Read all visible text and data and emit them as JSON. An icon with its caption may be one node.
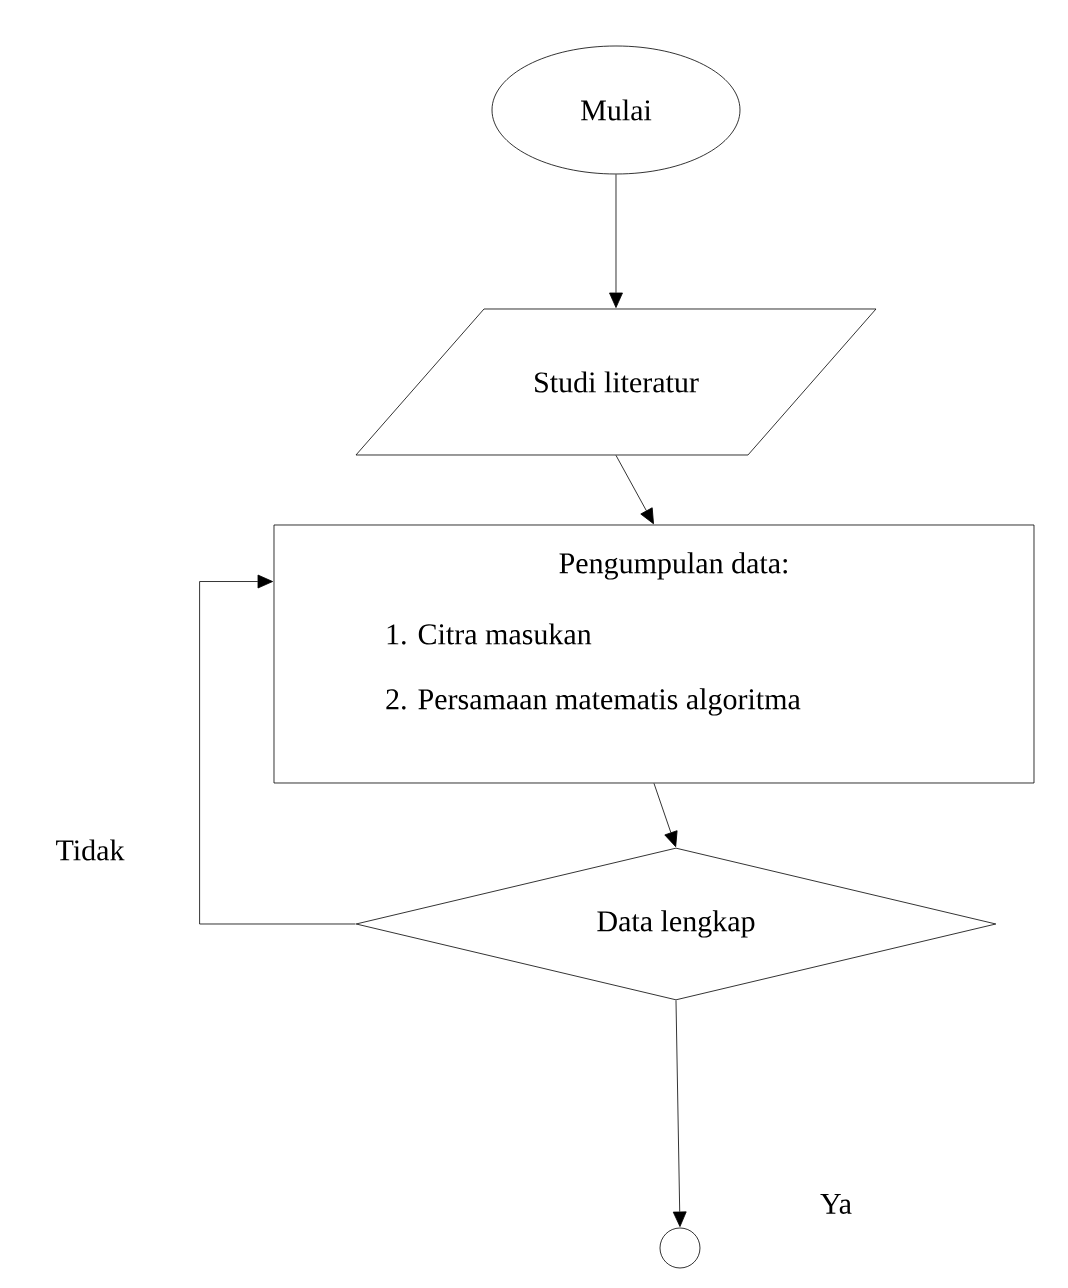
{
  "diagram": {
    "nodes": [
      {
        "text": [
          "Mulai"
        ]
      },
      {
        "text": [
          "Studi literatur"
        ]
      },
      {
        "text": [
          "Pengumpulan data:",
          "1. Citra masukan",
          "2. Persamaan matematis algoritma"
        ]
      },
      {
        "text": [
          "Data lengkap"
        ]
      },
      {
        "text": [],
        "shape": "circle"
      }
    ],
    "edges": [
      {
        "from": 0,
        "to": 1,
        "arrow": "to"
      },
      {
        "from": 1,
        "to": 2,
        "arrow": "to"
      },
      {
        "from": 2,
        "to": 3,
        "arrow": "to"
      },
      {
        "from": 3,
        "to": 4,
        "arrow": "to",
        "label": "Ya"
      },
      {
        "from": 3,
        "to": 2,
        "arrow": "to",
        "label": "Tidak"
      }
    ]
  }
}
